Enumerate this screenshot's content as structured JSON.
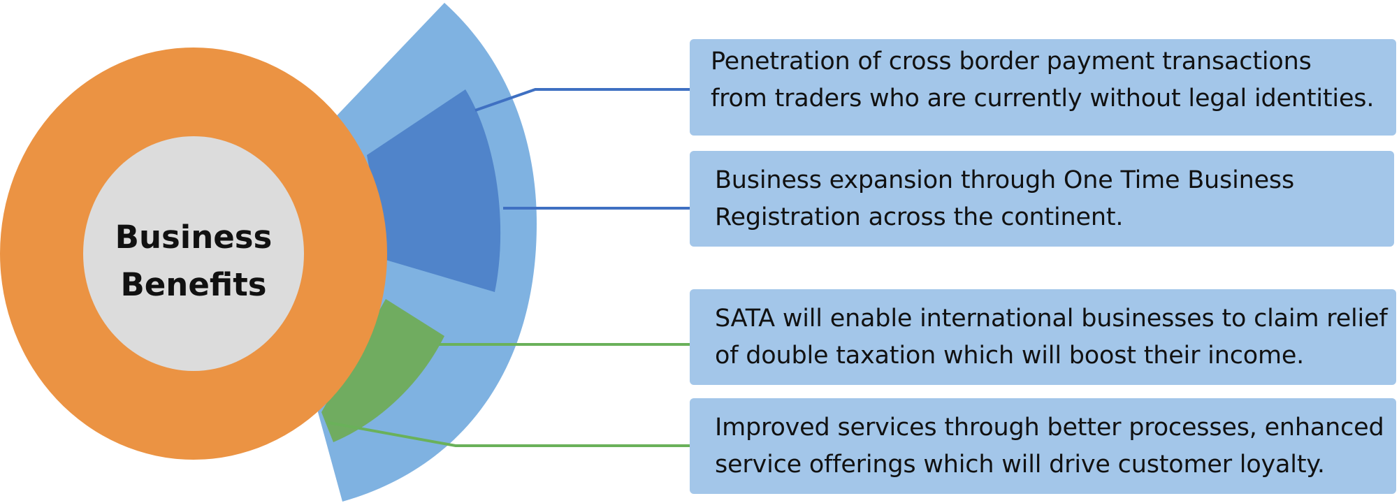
{
  "center": {
    "title_line1": "Business",
    "title_line2": "Benefits",
    "ring_color": "#eb9343",
    "core_color": "#dcdcdc"
  },
  "fan": {
    "outer_color": "#7fb2e1",
    "blue_wedge_color": "#5084ca",
    "green_wedge_color": "#70ac60"
  },
  "connectors": {
    "blue_color": "#3f70c2",
    "green_color": "#6ab15a"
  },
  "benefits": [
    {
      "line1": "Penetration of cross border payment transactions",
      "line2": "from traders who are currently without legal identities."
    },
    {
      "line1": "Business expansion through One Time Business",
      "line2": "Registration across the continent."
    },
    {
      "line1": "SATA will enable international businesses to claim relief",
      "line2": "of double taxation which will boost their income."
    },
    {
      "line1": "Improved services through better processes, enhanced",
      "line2": "service offerings which will drive customer loyalty."
    }
  ],
  "box_color": "#a3c6e9"
}
